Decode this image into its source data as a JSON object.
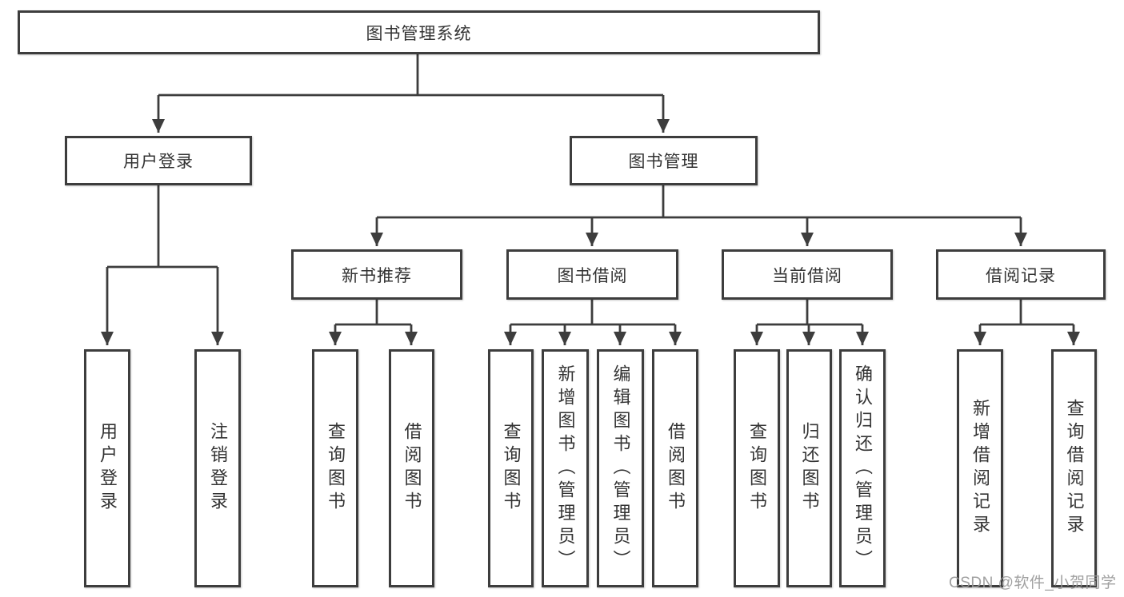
{
  "diagram_title": "图书管理系统",
  "tree": {
    "label": "图书管理系统",
    "children": [
      {
        "label": "用户登录",
        "children": [
          {
            "label": "用户登录"
          },
          {
            "label": "注销登录"
          }
        ]
      },
      {
        "label": "图书管理",
        "children": [
          {
            "label": "新书推荐",
            "children": [
              {
                "label": "查询图书"
              },
              {
                "label": "借阅图书"
              }
            ]
          },
          {
            "label": "图书借阅",
            "children": [
              {
                "label": "查询图书"
              },
              {
                "label": "新增图书（管理员）"
              },
              {
                "label": "编辑图书（管理员）"
              },
              {
                "label": "借阅图书"
              }
            ]
          },
          {
            "label": "当前借阅",
            "children": [
              {
                "label": "查询图书"
              },
              {
                "label": "归还图书"
              },
              {
                "label": "确认归还（管理员）"
              }
            ]
          },
          {
            "label": "借阅记录",
            "children": [
              {
                "label": "新增借阅记录"
              },
              {
                "label": "查询借阅记录"
              }
            ]
          }
        ]
      }
    ]
  },
  "watermark": {
    "text": "CSDN @软件_小贺同学"
  },
  "colors": {
    "line": "#3d3d3d",
    "box_border": "#3d3d3d",
    "box_fill": "#ffffff",
    "text": "#333333",
    "watermark": "#989898"
  }
}
